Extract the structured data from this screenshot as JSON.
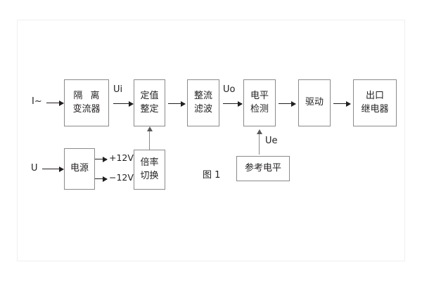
{
  "diagram": {
    "caption": "图 1",
    "blocks": {
      "isolation": {
        "line1": "隔 离",
        "line2": "变流器"
      },
      "setpoint": {
        "line1": "定值",
        "line2": "整定"
      },
      "rectifier": {
        "line1": "整流",
        "line2": "滤波"
      },
      "level_detect": {
        "line1": "电平",
        "line2": "检测"
      },
      "driver": {
        "line1": "驱动"
      },
      "output_relay": {
        "line1": "出口",
        "line2": "继电器"
      },
      "power_supply": {
        "line1": "电源"
      },
      "multiplier": {
        "line1": "倍率",
        "line2": "切换"
      },
      "reference_level": {
        "line1": "参考电平"
      }
    },
    "signals": {
      "current_input": "I~",
      "voltage_input": "U",
      "ui": "Ui",
      "uo": "Uo",
      "ue": "Ue",
      "rail_positive": "+12V",
      "rail_negative": "−12V"
    },
    "colors": {
      "stroke": "#8a8a8a",
      "arrow": "#231f20",
      "text": "#231f20",
      "background": "#ffffff"
    }
  }
}
